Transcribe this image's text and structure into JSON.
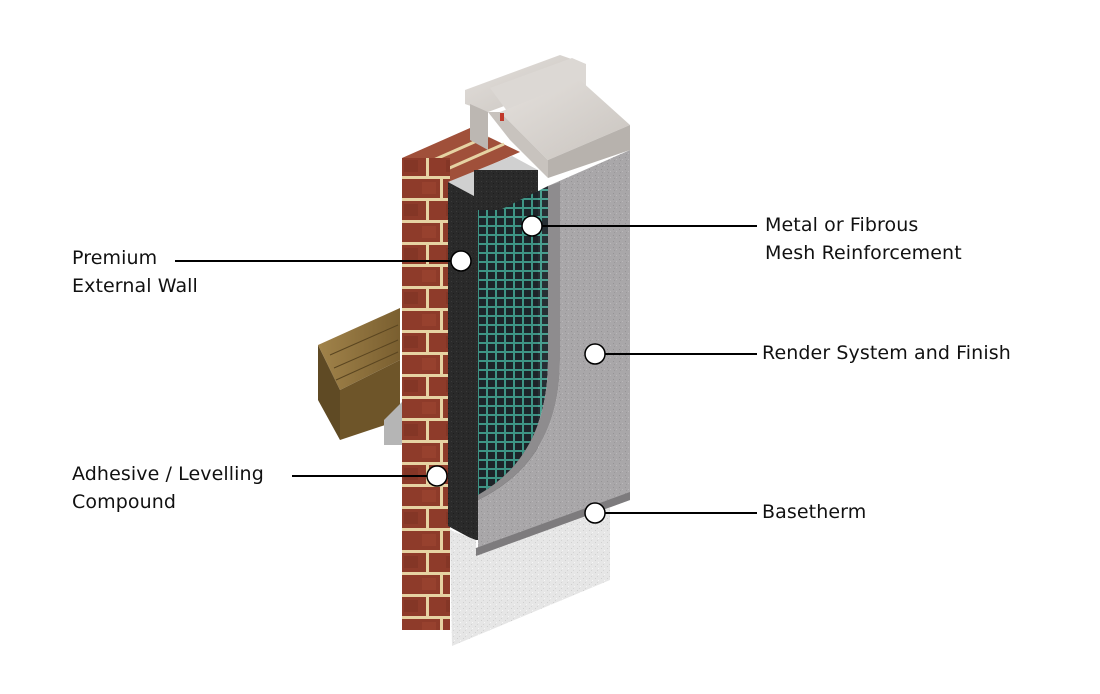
{
  "diagram": {
    "title": "External wall insulation render system cross-section",
    "colors": {
      "brick": "#8e3b2a",
      "mortar": "#e6d3a3",
      "insulation": "#2b2b2b",
      "mesh": "#3f9a8a",
      "render": "#a8a6a8",
      "basetherm": "#e4e4e4",
      "coping": "#d7d3cf",
      "timber": "#8a6d3a",
      "callout_line": "#000000",
      "callout_dot": "#ffffff"
    },
    "callouts": [
      {
        "id": "premium-external-wall",
        "lines": [
          "Premium",
          "External Wall"
        ],
        "side": "left"
      },
      {
        "id": "adhesive-levelling-compound",
        "lines": [
          "Adhesive / Levelling",
          "Compound"
        ],
        "side": "left"
      },
      {
        "id": "mesh-reinforcement",
        "lines": [
          "Metal or Fibrous",
          "Mesh Reinforcement"
        ],
        "side": "right"
      },
      {
        "id": "render-system-finish",
        "lines": [
          "Render System and Finish"
        ],
        "side": "right"
      },
      {
        "id": "basetherm",
        "lines": [
          "Basetherm"
        ],
        "side": "right"
      }
    ]
  }
}
